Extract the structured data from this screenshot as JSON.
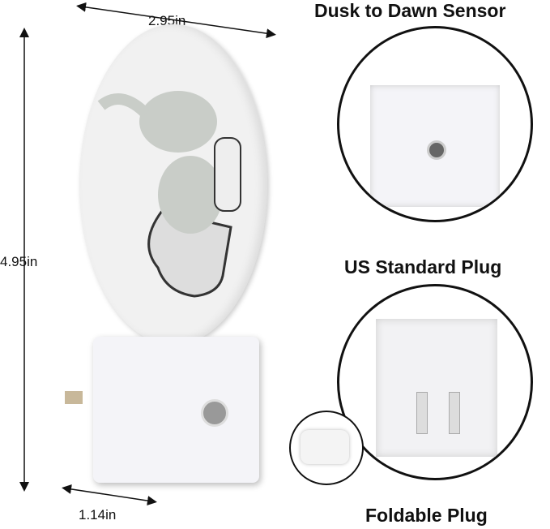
{
  "dimensions": {
    "width": "2.95in",
    "height": "4.95in",
    "depth": "1.14in"
  },
  "features": [
    {
      "title": "Dusk to Dawn Sensor"
    },
    {
      "title": "US Standard Plug"
    },
    {
      "title": "Foldable Plug"
    }
  ],
  "colors": {
    "plastic": "#f2f2f6",
    "elephant": "#c9cdc8",
    "outline": "#111111"
  }
}
